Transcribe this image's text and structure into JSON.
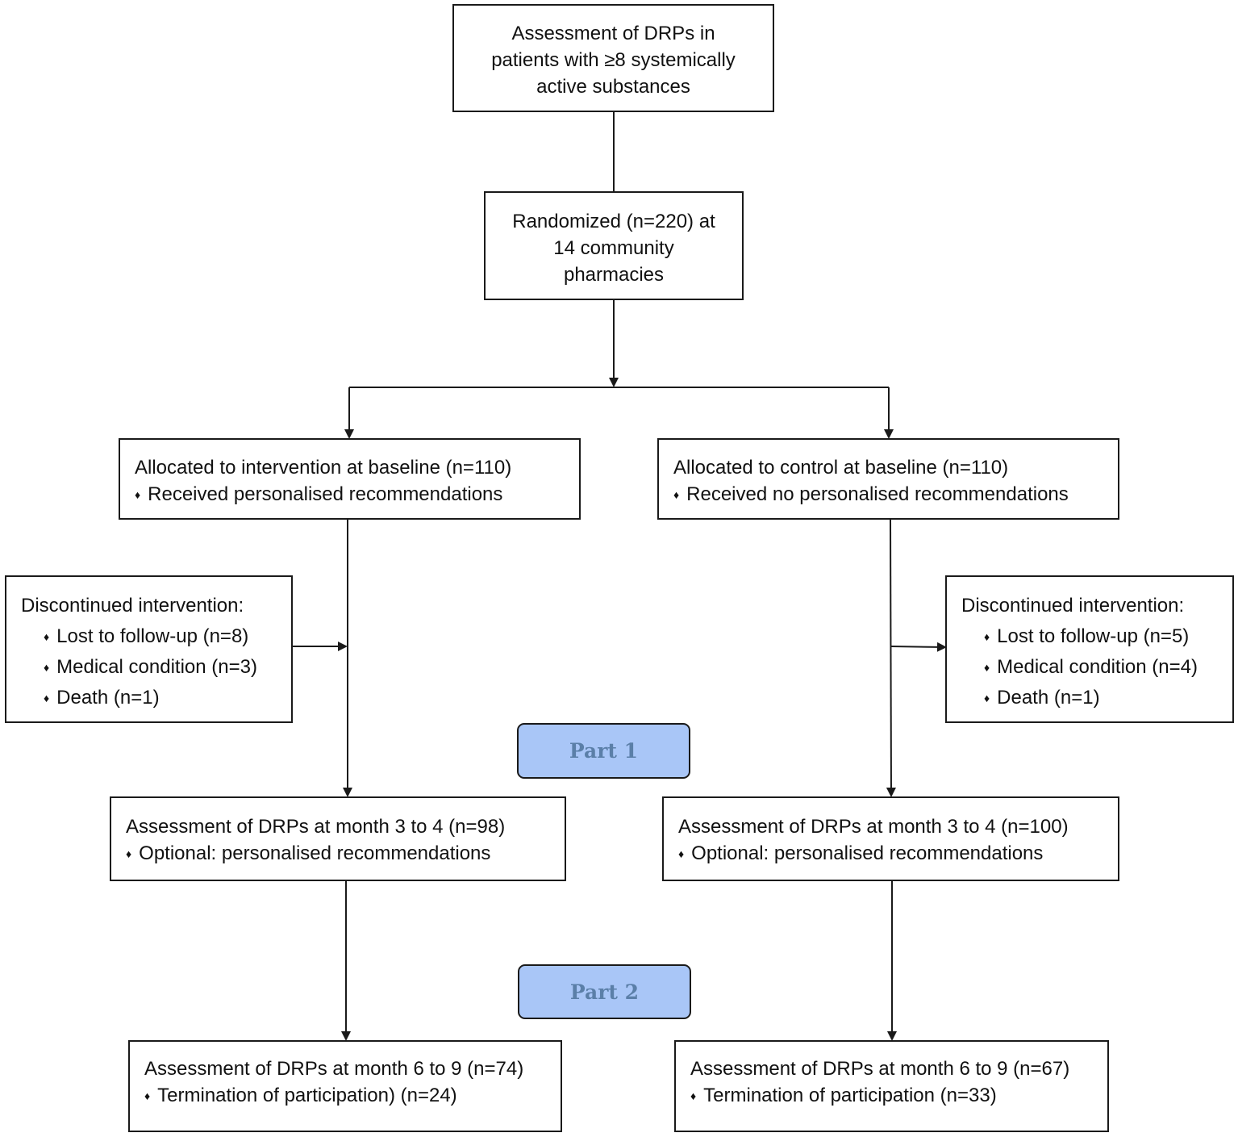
{
  "top_box": {
    "lines": [
      "Assessment of DRPs in",
      "patients with ≥8 systemically",
      "active substances"
    ]
  },
  "randomized_box": {
    "lines": [
      "Randomized (n=220) at",
      "14 community",
      "pharmacies"
    ]
  },
  "intervention_baseline": {
    "title": "Allocated to intervention at baseline (n=110)",
    "bullet": "Received personalised recommendations"
  },
  "control_baseline": {
    "title": "Allocated to control at baseline (n=110)",
    "bullet": "Received no personalised recommendations"
  },
  "intervention_discontinued": {
    "title": "Discontinued intervention:",
    "items": [
      "Lost to follow-up (n=8)",
      "Medical condition (n=3)",
      "Death (n=1)"
    ]
  },
  "control_discontinued": {
    "title": "Discontinued intervention:",
    "items": [
      "Lost to follow-up (n=5)",
      "Medical condition (n=4)",
      "Death (n=1)"
    ]
  },
  "part1": {
    "label": "Part 1"
  },
  "part2": {
    "label": "Part 2"
  },
  "intervention_month3": {
    "title": "Assessment of DRPs at month 3 to 4 (n=98)",
    "bullet": "Optional: personalised recommendations"
  },
  "control_month3": {
    "title": "Assessment of DRPs at month 3 to 4 (n=100)",
    "bullet": "Optional: personalised recommendations"
  },
  "intervention_month6": {
    "title": "Assessment of DRPs at month 6 to 9 (n=74)",
    "bullet": "Termination of participation) (n=24)"
  },
  "control_month6": {
    "title": "Assessment of DRPs at month 6 to 9 (n=67)",
    "bullet": "Termination of participation (n=33)"
  },
  "bullet_symbol": "♦",
  "colors": {
    "part_fill": "#a9c6f7",
    "part_text": "#5b7fa8",
    "line": "#1a1a1a"
  }
}
